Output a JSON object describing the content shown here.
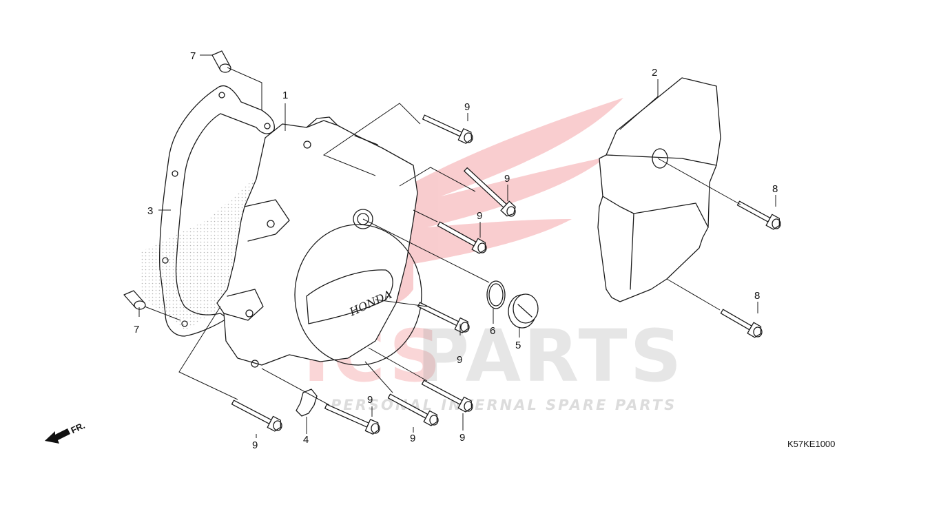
{
  "diagram": {
    "code": "K57KE1000",
    "front_marker": "FR.",
    "cover_logo": "HONDA",
    "watermark": {
      "main_first": "ICS",
      "main_rest": "PARTS",
      "tagline": "PERSONAL INTERNAL SPARE PARTS",
      "colors": {
        "red": "#e31c24",
        "gray": "#9a9a9a"
      }
    },
    "callouts": {
      "c1": "1",
      "c2": "2",
      "c3": "3",
      "c4": "4",
      "c5": "5",
      "c6": "6",
      "c7a": "7",
      "c7b": "7",
      "c8a": "8",
      "c8b": "8",
      "c9a": "9",
      "c9b": "9",
      "c9c": "9",
      "c9d": "9",
      "c9e": "9",
      "c9f": "9",
      "c9g": "9",
      "c9h": "9"
    }
  }
}
